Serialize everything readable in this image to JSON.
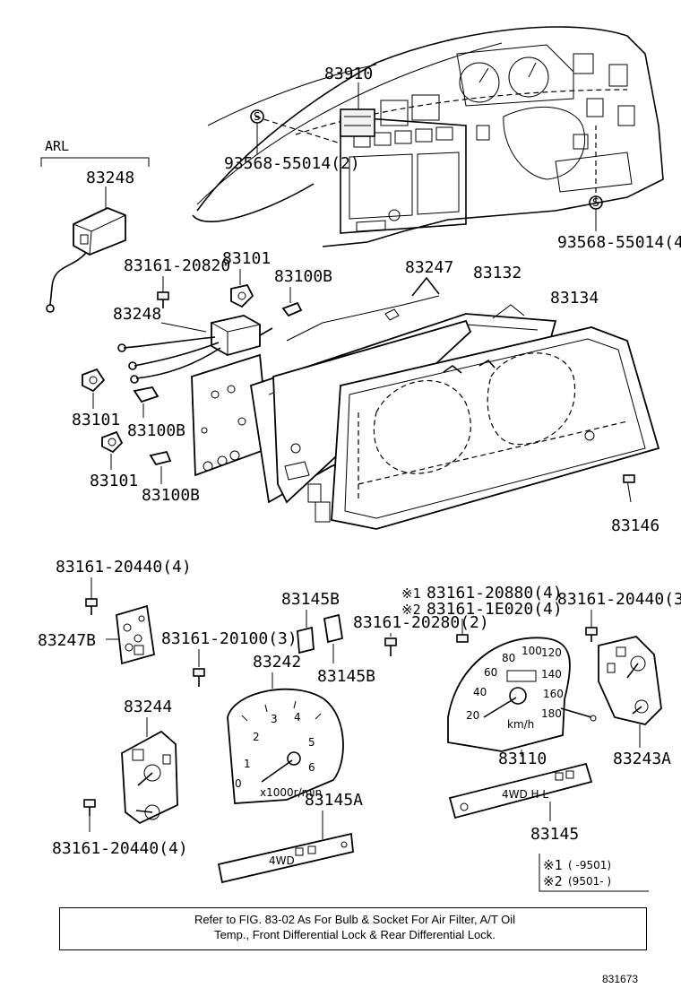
{
  "labels": {
    "p83910": "83910",
    "arl": "ARL",
    "p83248_top": "83248",
    "s93568_left": "93568-55014(2)",
    "s93568_right": "93568-55014(4",
    "s83161_20820": "83161-20820",
    "p83101_top": "83101",
    "p83100b_top": "83100B",
    "p83247": "83247",
    "p83132": "83132",
    "p83134": "83134",
    "p83248_mid": "83248",
    "p83101_mid": "83101",
    "p83100b_mid": "83100B",
    "p83101_low": "83101",
    "p83100b_low": "83100B",
    "p83146": "83146",
    "s83161_20440_a": "83161-20440(4)",
    "p83145b_top": "83145B",
    "mark1_part": "83161-20880(4)",
    "mark2_part": "83161-1E020(4)",
    "s83161_20440_b": "83161-20440(3",
    "s83161_20280": "83161-20280(2)",
    "p83247b": "83247B",
    "s83161_20100": "83161-20100(3)",
    "p83242": "83242",
    "p83145b_low": "83145B",
    "p83244": "83244",
    "p83110": "83110",
    "p83243a": "83243A",
    "p83145a": "83145A",
    "p83145": "83145",
    "s83161_20440_c": "83161-20440(4)"
  },
  "markers": {
    "mark1": "※1",
    "mark2": "※2",
    "circled_s": "S"
  },
  "legend": {
    "row1_mark": "※1",
    "row1_range": "(     -9501)",
    "row2_mark": "※2",
    "row2_range": "(9501-      )"
  },
  "gauges": {
    "tach_ticks": [
      "1",
      "2",
      "3",
      "4",
      "5",
      "6",
      "0"
    ],
    "tach_unit": "x1000r/min",
    "speedo_ticks": [
      "20",
      "40",
      "60",
      "80",
      "100",
      "120",
      "140",
      "160",
      "180"
    ],
    "speedo_unit": "km/h",
    "indicator_text": "4WD H L",
    "strip_text": "4WD"
  },
  "note": {
    "line1": "Refer to FIG. 83-02 As For Bulb & Socket For Air Filter, A/T Oil",
    "line2": "Temp., Front Differential Lock & Rear Differential Lock."
  },
  "figure_number": "831673"
}
